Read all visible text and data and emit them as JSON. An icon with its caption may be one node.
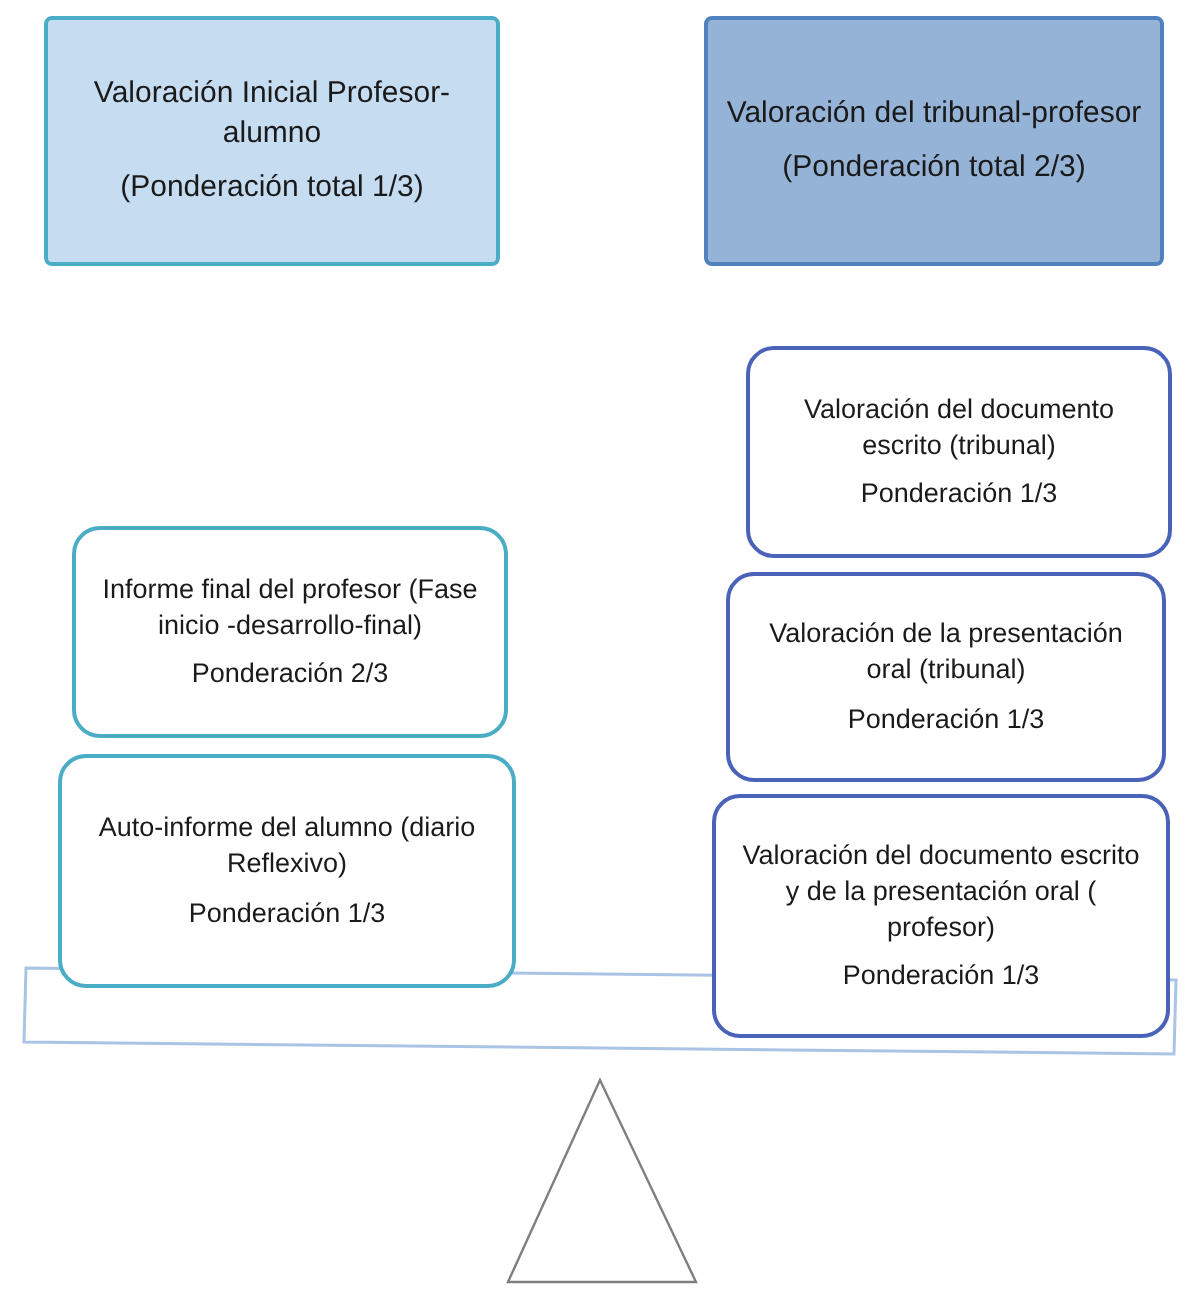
{
  "diagram": {
    "nodes": [
      {
        "text": [
          "Valoración Inicial Profesor-alumno",
          "(Ponderación total 1/3)"
        ]
      },
      {
        "text": [
          "Valoración del tribunal-profesor",
          "(Ponderación total 2/3)"
        ]
      },
      {
        "text": [
          "Informe final del profesor (Fase inicio -desarrollo-final)",
          "Ponderación 2/3"
        ]
      },
      {
        "text": [
          "Auto-informe del alumno (diario Reflexivo)",
          "Ponderación 1/3"
        ]
      },
      {
        "text": [
          "Valoración del documento escrito (tribunal)",
          "Ponderación 1/3"
        ]
      },
      {
        "text": [
          "Valoración de la presentación oral (tribunal)",
          "Ponderación 1/3"
        ]
      },
      {
        "text": [
          "Valoración del documento escrito y de la presentación oral ( profesor)",
          "Ponderación 1/3"
        ]
      }
    ]
  }
}
